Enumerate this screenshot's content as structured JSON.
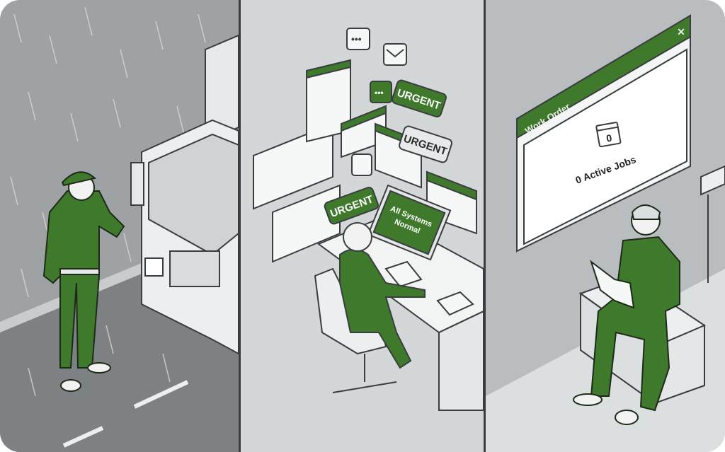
{
  "colors": {
    "green": "#3f7a2c",
    "dark_green": "#2f5e22",
    "left_bg": "#9ea2a4",
    "road": "#7d8184",
    "middle_bg": "#d4d7d8",
    "right_bg": "#b9bdc0",
    "outline": "#3a3d3f"
  },
  "middle": {
    "urgent_1": "URGENT",
    "urgent_2": "URGENT",
    "urgent_3": "URGENT",
    "monitor_line1": "All Systems",
    "monitor_line2": "Normal"
  },
  "right": {
    "window_title": "Work Order",
    "calendar_value": "0",
    "active_jobs": "0 Active Jobs"
  }
}
